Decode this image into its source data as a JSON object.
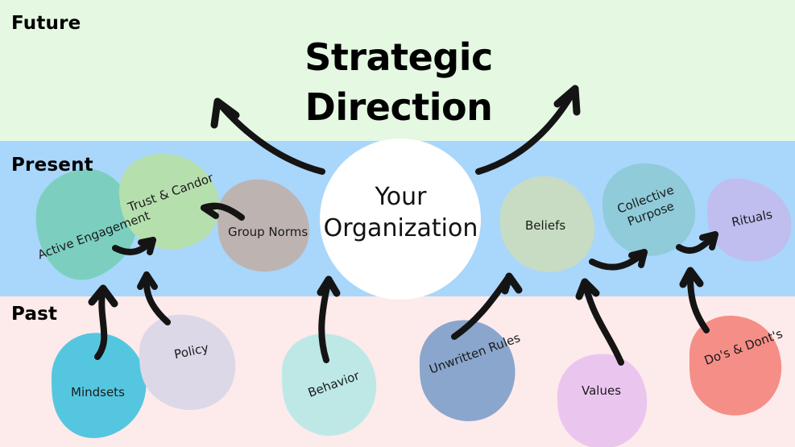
{
  "title": {
    "line1": "Strategic",
    "line2": "Direction"
  },
  "center": {
    "line1": "Your",
    "line2": "Organization",
    "fill": "#ffffff"
  },
  "bands": [
    {
      "name": "Future",
      "label": "Future",
      "color": "#e4f8e2"
    },
    {
      "name": "Present",
      "label": "Present",
      "color": "#a9d6fb"
    },
    {
      "name": "Past",
      "label": "Past",
      "color": "#fdeaea"
    }
  ],
  "nodes": [
    {
      "id": "active-engagement",
      "label": "Active Engagement",
      "color": "#7ccfbf",
      "band": "Present",
      "rotation": -20
    },
    {
      "id": "trust-candor",
      "label": "Trust & Candor",
      "color": "#b6dfae",
      "band": "Present",
      "rotation": -20
    },
    {
      "id": "group-norms",
      "label": "Group Norms",
      "color": "#bdb4b2",
      "band": "Present",
      "rotation": 0
    },
    {
      "id": "beliefs",
      "label": "Beliefs",
      "color": "#c7dcc3",
      "band": "Present",
      "rotation": 0
    },
    {
      "id": "collective-purpose",
      "label": "Collective Purpose",
      "color": "#8fcbd9",
      "band": "Present",
      "rotation": -20
    },
    {
      "id": "rituals",
      "label": "Rituals",
      "color": "#bfbeef",
      "band": "Present",
      "rotation": -12
    },
    {
      "id": "mindsets",
      "label": "Mindsets",
      "color": "#55c6e0",
      "band": "Past",
      "rotation": 0
    },
    {
      "id": "policy",
      "label": "Policy",
      "color": "#dcd8e8",
      "band": "Past",
      "rotation": -12
    },
    {
      "id": "behavior",
      "label": "Behavior",
      "color": "#bde8e6",
      "band": "Past",
      "rotation": -20
    },
    {
      "id": "unwritten-rules",
      "label": "Unwritten Rules",
      "color": "#8aa6cd",
      "band": "Past",
      "rotation": -20
    },
    {
      "id": "values",
      "label": "Values",
      "color": "#eac6ef",
      "band": "Past",
      "rotation": 0
    },
    {
      "id": "dos-donts",
      "label": "Do's & Dont's",
      "color": "#f58e87",
      "band": "Past",
      "rotation": -20
    }
  ],
  "arrows": {
    "stroke": "#141414",
    "items": [
      {
        "from": "your-organization",
        "to": "strategic-direction-left"
      },
      {
        "from": "your-organization",
        "to": "strategic-direction-right"
      },
      {
        "from": "active-engagement",
        "to": "trust-candor"
      },
      {
        "from": "group-norms",
        "to": "trust-candor"
      },
      {
        "from": "beliefs",
        "to": "collective-purpose"
      },
      {
        "from": "collective-purpose",
        "to": "rituals"
      },
      {
        "from": "mindsets",
        "to": "active-engagement"
      },
      {
        "from": "policy",
        "to": "trust-candor"
      },
      {
        "from": "behavior",
        "to": "your-organization"
      },
      {
        "from": "unwritten-rules",
        "to": "beliefs"
      },
      {
        "from": "values",
        "to": "collective-purpose"
      },
      {
        "from": "dos-donts",
        "to": "rituals"
      }
    ]
  }
}
